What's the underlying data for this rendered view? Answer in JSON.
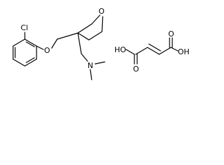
{
  "structure_main": {
    "atom_labels": {
      "chlorine": "Cl",
      "ether_oxygen": "O",
      "oxetane_oxygen": "O",
      "amine_nitrogen": "N"
    }
  },
  "structure_acid": {
    "atom_labels": {
      "left_oh": "HO",
      "left_carbonyl_o": "O",
      "right_carbonyl_o": "O",
      "right_oh": "OH"
    }
  },
  "colors": {
    "background": "#ffffff",
    "ink": "#000000"
  }
}
